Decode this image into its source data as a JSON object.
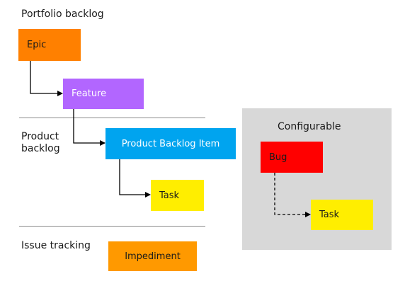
{
  "sections": {
    "portfolio": "Portfolio backlog",
    "product": [
      "Product",
      "backlog"
    ],
    "issue": "Issue tracking"
  },
  "configurable": {
    "title": "Configurable"
  },
  "items": {
    "epic": "Epic",
    "feature": "Feature",
    "pbi": "Product Backlog Item",
    "task": "Task",
    "bug": "Bug",
    "config_task": "Task",
    "impediment": "Impediment"
  },
  "colors": {
    "epic": "#ff8000",
    "feature": "#b266ff",
    "pbi": "#00a4ef",
    "task": "#ffee00",
    "bug": "#ff0000",
    "impediment": "#ff9900",
    "panel": "#d8d8d8"
  }
}
